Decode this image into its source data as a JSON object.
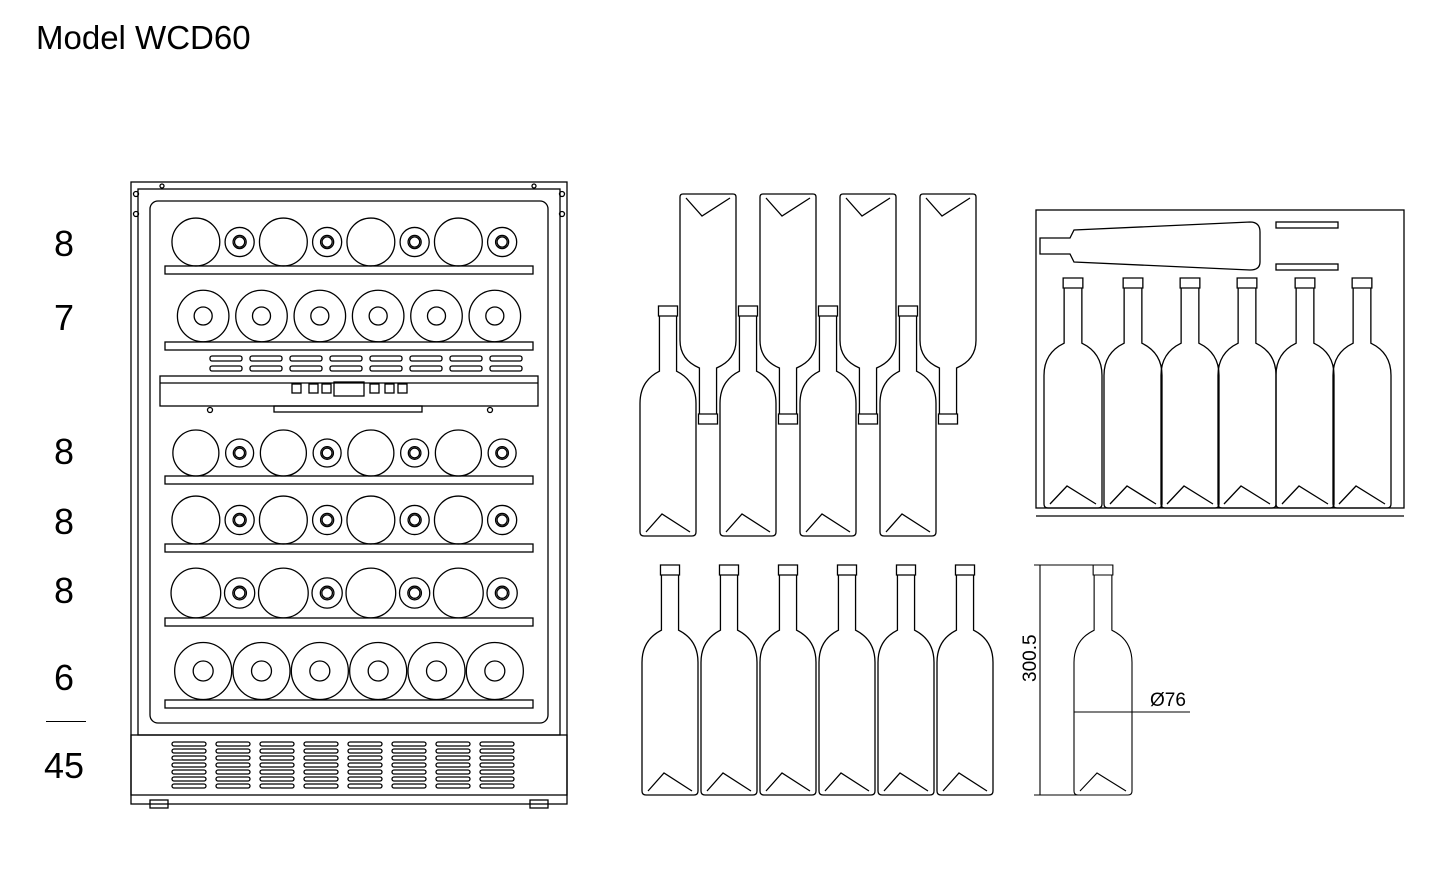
{
  "title": "Model WCD60",
  "shelf_counts": [
    "8",
    "7",
    "8",
    "8",
    "8",
    "6"
  ],
  "total": "45",
  "dimensions": {
    "height": "300.5",
    "diameter": "Ø76"
  }
}
